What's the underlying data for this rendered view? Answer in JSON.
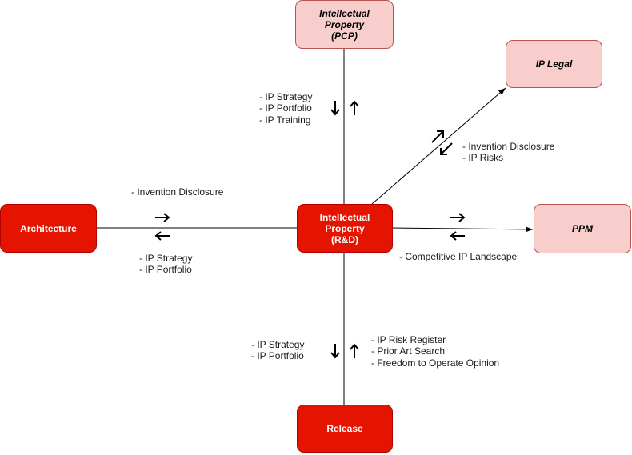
{
  "nodes": {
    "pcp": "Intellectual Property\n(PCP)",
    "ip_legal": "IP Legal",
    "architecture": "Architecture",
    "rd": "Intellectual\nProperty\n(R&D)",
    "ppm": "PPM",
    "release": "Release"
  },
  "notes": {
    "pcp_down": [
      "- IP Strategy",
      "- IP Portfolio",
      "- IP Training"
    ],
    "legal_up": [
      "- Invention Disclosure",
      "- IP Risks"
    ],
    "arch_in": [
      "- Invention Disclosure"
    ],
    "arch_out": [
      "- IP Strategy",
      "- IP Portfolio"
    ],
    "ppm_in": [
      "- Competitive IP Landscape"
    ],
    "release_down": [
      "- IP Strategy",
      "- IP Portfolio"
    ],
    "release_up": [
      "- IP Risk Register",
      "- Prior Art Search",
      "- Freedom to Operate Opinion"
    ]
  },
  "colors": {
    "dark_node_fill": "#e51400",
    "dark_node_border": "#b20000",
    "light_node_fill": "#f8cecc",
    "light_node_border": "#b85450",
    "connector": "#000000"
  }
}
